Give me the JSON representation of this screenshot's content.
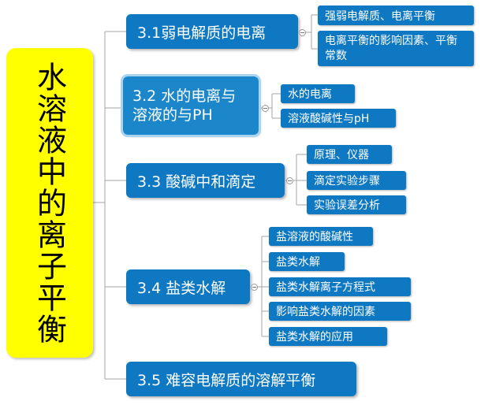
{
  "root": {
    "title": "水溶液中的离子平衡"
  },
  "topics": [
    {
      "id": "t1",
      "label": "3.1弱电解质的电离",
      "children": [
        "强弱电解质、电离平衡",
        "电离平衡的影响因素、平衡常数"
      ]
    },
    {
      "id": "t2",
      "label": "3.2  水的电离与溶液的与PH",
      "children": [
        "水的电离",
        "溶液酸碱性与pH"
      ]
    },
    {
      "id": "t3",
      "label": "3.3 酸碱中和滴定",
      "children": [
        "原理、仪器",
        "滴定实验步骤",
        "实验误差分析"
      ]
    },
    {
      "id": "t4",
      "label": "3.4 盐类水解",
      "children": [
        "盐溶液的酸碱性",
        "盐类水解",
        "盐类水解离子方程式",
        "影响盐类水解的因素",
        "盐类水解的应用"
      ]
    },
    {
      "id": "t5",
      "label": "3.5 难容电解质的溶解平衡",
      "children": []
    }
  ],
  "colors": {
    "topic": "#0e78c2",
    "root": "#ffff00",
    "line": "#a6a6a6"
  }
}
